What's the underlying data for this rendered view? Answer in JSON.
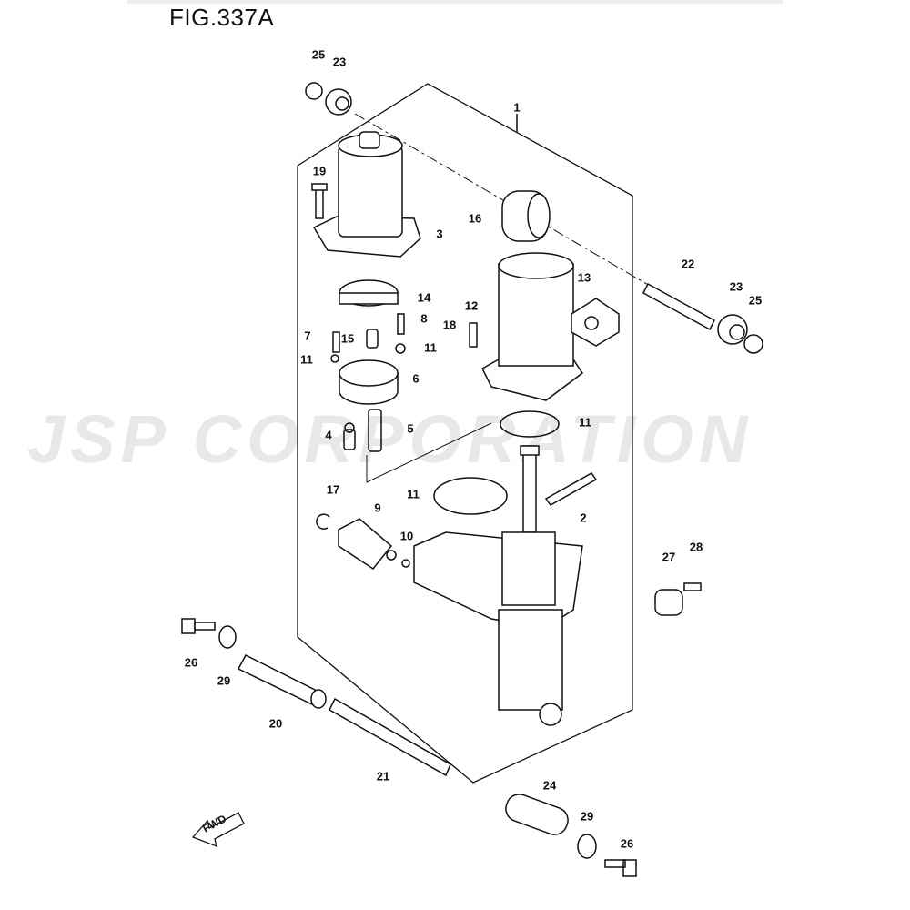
{
  "figure": {
    "title": "FIG.337A",
    "watermark": "JSP CORPORATION",
    "direction_label": "FWD"
  },
  "callouts": [
    "25",
    "23",
    "1",
    "19",
    "16",
    "3",
    "22",
    "13",
    "23",
    "25",
    "14",
    "12",
    "8",
    "18",
    "7",
    "15",
    "11",
    "11",
    "6",
    "11",
    "5",
    "4",
    "17",
    "11",
    "9",
    "2",
    "10",
    "27",
    "28",
    "26",
    "29",
    "20",
    "21",
    "24",
    "29",
    "26"
  ]
}
